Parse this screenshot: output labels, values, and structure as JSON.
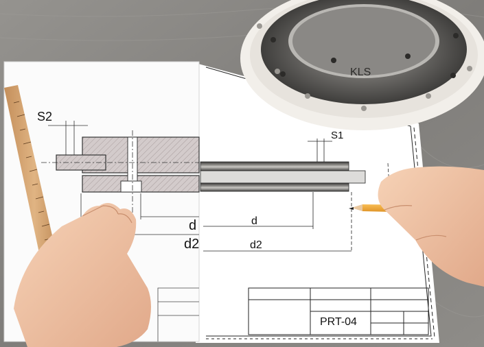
{
  "drawing": {
    "labels": {
      "s1": "S1",
      "s2": "S2",
      "d_left": "d",
      "d2_left": "d2",
      "d_right": "d",
      "d2_right": "d2"
    },
    "title_block": {
      "part_number": "PRT-04"
    }
  },
  "ring": {
    "engraving": "KLS"
  },
  "colors": {
    "wood_background": "#8a8885",
    "paper": "#ffffff",
    "ring_body": "#555350",
    "ring_shell": "#e8e5df",
    "ruler": "#d7a874",
    "pencil": "#f2a533",
    "skin": "#f0c7aa",
    "hatch_fill": "#cfc6c6"
  },
  "icons": {
    "ring": "bearing-ring-image",
    "ruler": "ruler-image",
    "left_hand": "left-hand-image",
    "right_hand": "right-hand-with-pencil-image"
  }
}
